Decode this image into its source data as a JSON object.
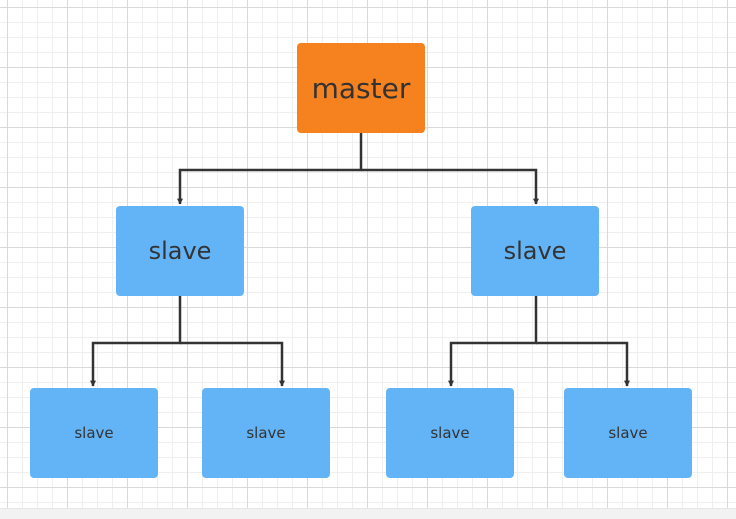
{
  "colors": {
    "master_fill": "#f5821f",
    "slave_fill": "#63b4f7",
    "connector": "#333333",
    "grid": "#d9d9d9"
  },
  "diagram": {
    "master": {
      "label": "master"
    },
    "slaves": [
      {
        "label": "slave",
        "children": [
          {
            "label": "slave"
          },
          {
            "label": "slave"
          }
        ]
      },
      {
        "label": "slave",
        "children": [
          {
            "label": "slave"
          },
          {
            "label": "slave"
          }
        ]
      }
    ]
  }
}
